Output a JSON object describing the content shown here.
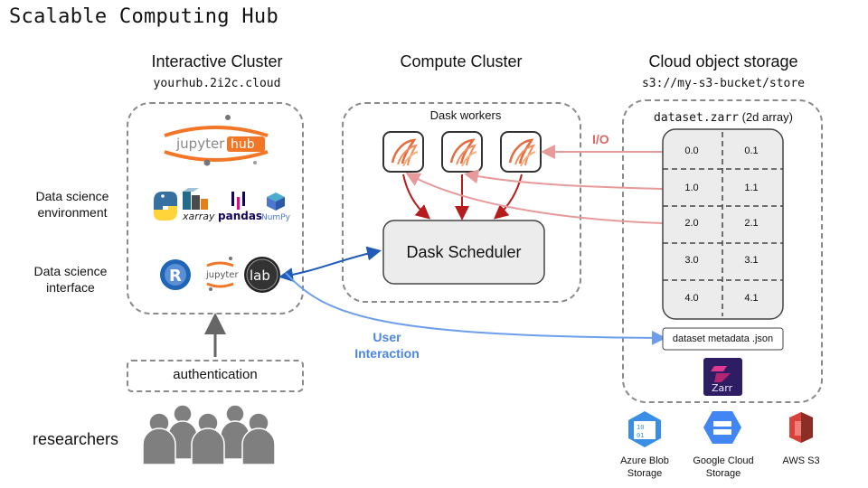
{
  "title": "Scalable Computing Hub",
  "interactive": {
    "heading": "Interactive Cluster",
    "url": "yourhub.2i2c.cloud",
    "jupyterhub_logo": "jupyterhub",
    "env_label_1": "Data science",
    "env_label_2": "environment",
    "iface_label_1": "Data science",
    "iface_label_2": "interface",
    "env_icons": [
      "python-icon",
      "xarray-icon",
      "pandas-icon",
      "numpy-icon"
    ],
    "xarray_text": "xarray",
    "pandas_text": "pandas",
    "numpy_text": "NumPy",
    "r_text": "R",
    "jupyter_text": "jupyter",
    "lab_text": "lab"
  },
  "auth": {
    "label": "authentication"
  },
  "researchers": {
    "label": "researchers"
  },
  "compute": {
    "heading": "Compute Cluster",
    "workers_label": "Dask workers",
    "scheduler_label": "Dask Scheduler"
  },
  "storage": {
    "heading": "Cloud object storage",
    "path": "s3://my-s3-bucket/store",
    "dataset_name": "dataset.zarr",
    "dataset_suffix": " (2d array)",
    "cells": [
      [
        "0.0",
        "0.1"
      ],
      [
        "1.0",
        "1.1"
      ],
      [
        "2.0",
        "2.1"
      ],
      [
        "3.0",
        "3.1"
      ],
      [
        "4.0",
        "4.1"
      ]
    ],
    "metadata_label": "dataset metadata .json",
    "zarr_text": "Zarr"
  },
  "flows": {
    "io_label": "I/O",
    "user_label_1": "User",
    "user_label_2": "Interaction"
  },
  "providers": {
    "azure_1": "Azure Blob",
    "azure_2": "Storage",
    "google_1": "Google Cloud",
    "google_2": "Storage",
    "aws": "AWS S3",
    "azure_icon_text": "10\n01"
  },
  "colors": {
    "accent_blue": "#4a86e8",
    "dark_blue": "#1f5bb8",
    "io_red": "#e06666",
    "dark_red": "#b71c1c",
    "gray_border": "#8a8a8a",
    "cell_fill": "#ececec"
  }
}
